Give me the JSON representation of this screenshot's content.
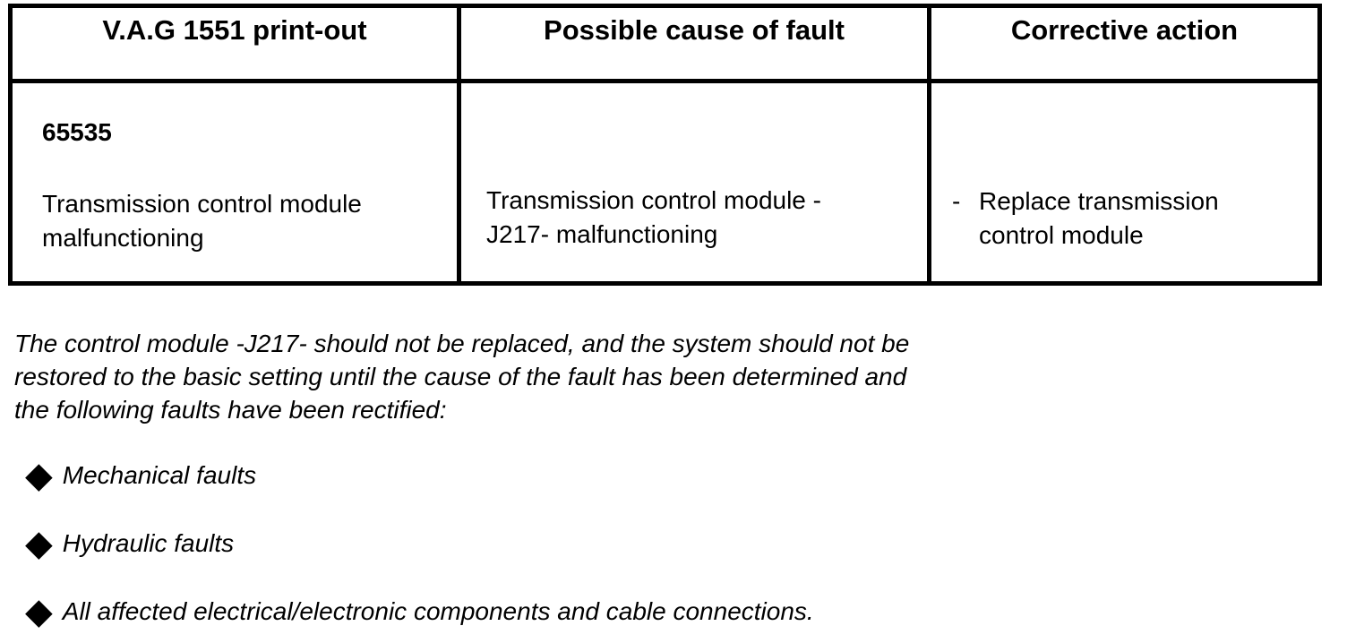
{
  "colors": {
    "ink": "#000000",
    "paper": "#ffffff"
  },
  "table": {
    "headers": [
      "V.A.G 1551 print-out",
      "Possible cause of fault",
      "Corrective action"
    ],
    "row": {
      "code": "65535",
      "printout_lines": [
        "Transmission control module",
        "malfunctioning"
      ],
      "cause_lines": [
        "Transmission control module -",
        "J217- malfunctioning"
      ],
      "action_marker": "-",
      "action_lines": [
        "Replace transmission",
        "control module"
      ]
    }
  },
  "note": {
    "lines": [
      "The control module -J217- should not be replaced, and the system should not be",
      "restored to the basic setting until the cause of the fault has been determined and",
      "the following faults have been rectified:"
    ]
  },
  "bullets": {
    "marker": "◆",
    "items": [
      "Mechanical faults",
      "Hydraulic faults",
      "All affected electrical/electronic components and cable connections."
    ]
  }
}
